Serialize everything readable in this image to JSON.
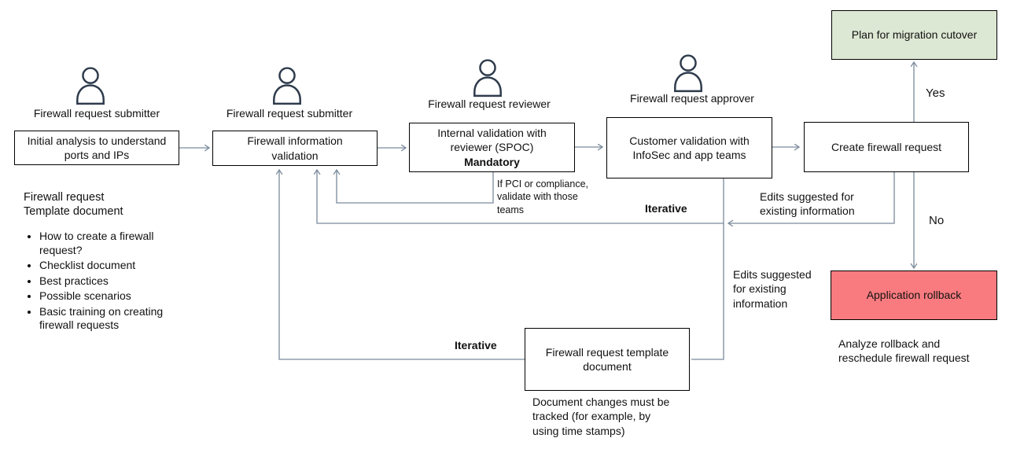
{
  "diagram": {
    "actors": [
      "Firewall request submitter",
      "Firewall request submitter",
      "Firewall request reviewer",
      "Firewall request approver"
    ],
    "boxes": {
      "initial_analysis": "Initial analysis to understand ports and IPs",
      "info_validation": "Firewall information validation",
      "internal_validation": "Internal validation with reviewer (SPOC)",
      "internal_validation_emphasis": "Mandatory",
      "customer_validation": "Customer validation with InfoSec and app teams",
      "create_request": "Create firewall request",
      "plan_cutover": "Plan for migration cutover",
      "application_rollback": "Application rollback",
      "template_document": "Firewall request template document"
    },
    "notes": {
      "template_doc_heading": "Firewall request\nTemplate document",
      "pci": "If PCI or compliance,\nvalidate with those\nteams",
      "edits_create": "Edits suggested for\nexisting information",
      "edits_customer": "Edits suggested\nfor existing\ninformation",
      "analyze_rollback": "Analyze rollback and\nreschedule firewall request",
      "doc_changes": "Document changes must be\ntracked (for example, by\nusing time stamps)"
    },
    "bullets": [
      "How to create a firewall request?",
      "Checklist document",
      "Best practices",
      "Possible scenarios",
      "Basic training on creating firewall requests"
    ],
    "edge_labels": {
      "yes": "Yes",
      "no": "No",
      "iterative_customer": "Iterative",
      "iterative_template": "Iterative"
    },
    "colors": {
      "plan_cutover_fill": "#dde8d4",
      "rollback_fill": "#f97b7f",
      "connector": "#7a8a9c",
      "actor_icon": "#2e3b4c"
    }
  }
}
